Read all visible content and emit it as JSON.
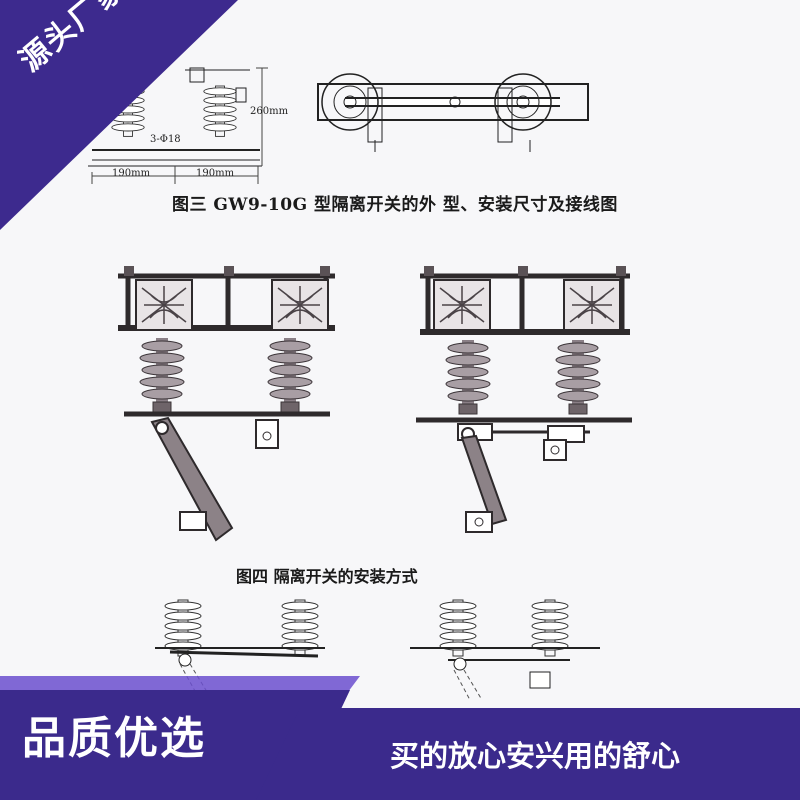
{
  "badge": {
    "corner_text": "源头厂家",
    "color": "#3d2a8e"
  },
  "figure3": {
    "caption": "图三 GW9-10G 型隔离开关的外 型、安装尺寸及接线图",
    "dims": {
      "height": "260mm",
      "hole": "3-Φ18",
      "span_left": "190mm",
      "span_right": "190mm"
    }
  },
  "figure4": {
    "caption": "图四 隔离开关的安装方式"
  },
  "footer": {
    "quality_label": "品质优选",
    "slogan": "买的放心安兴用的舒心",
    "bar_color": "#3b2a8c",
    "accent_color": "#6b4fcf"
  }
}
